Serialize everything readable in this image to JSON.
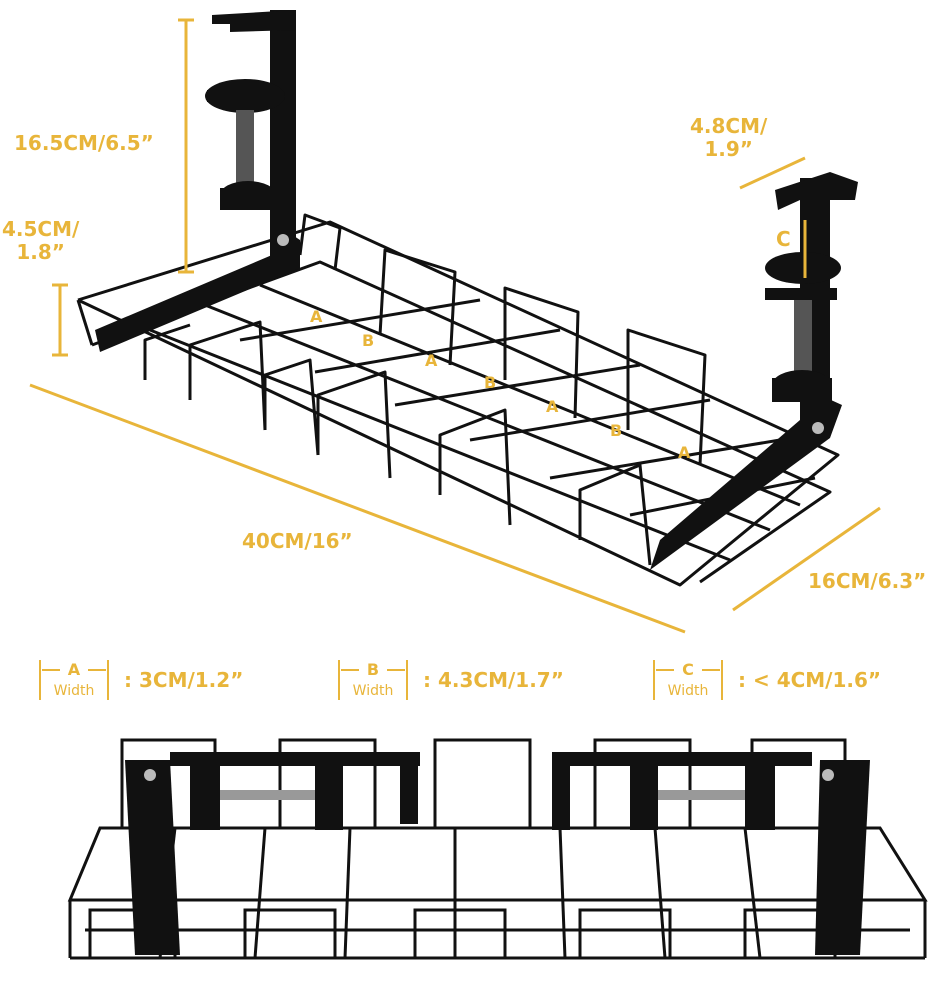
{
  "dimensions": {
    "height": "16.5CM/6.5”",
    "side_height_line1": "4.5CM/",
    "side_height_line2": "1.8”",
    "clamp_width_line1": "4.8CM/",
    "clamp_width_line2": "1.9”",
    "length": "40CM/16”",
    "depth": "16CM/6.3”",
    "clamp_gap_marker": "C"
  },
  "gap_markers": [
    "A",
    "B",
    "A",
    "B",
    "A",
    "B",
    "A"
  ],
  "legend": [
    {
      "letter": "A",
      "caption": "Width",
      "separator": ":",
      "value": "3CM/1.2”"
    },
    {
      "letter": "B",
      "caption": "Width",
      "separator": ":",
      "value": "4.3CM/1.7”"
    },
    {
      "letter": "C",
      "caption": "Width",
      "separator": ":",
      "value": "< 4CM/1.6”"
    }
  ],
  "colors": {
    "accent": "#e8b53a",
    "metal": "#111111",
    "background": "#ffffff"
  }
}
